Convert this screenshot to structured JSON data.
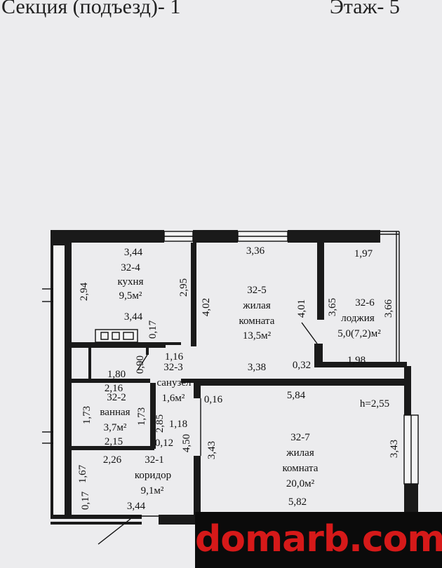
{
  "header": {
    "section": "Секция (подъезд)- 1",
    "floor": "Этаж- 5"
  },
  "rooms": {
    "kitchen": {
      "id": "32-4",
      "name": "кухня",
      "area": "9,5м²"
    },
    "living1": {
      "id": "32-5",
      "name1": "жилая",
      "name2": "комната",
      "area": "13,5м²"
    },
    "loggia": {
      "id": "32-6",
      "name": "лоджия",
      "area": "5,0(7,2)м²"
    },
    "wc": {
      "id": "32-3",
      "name": "санузел",
      "area": "1,6м²"
    },
    "bath": {
      "id": "32-2",
      "name": "ванная",
      "area": "3,7м²"
    },
    "corridor": {
      "id": "32-1",
      "name": "коридор",
      "area": "9,1м²"
    },
    "living2": {
      "id": "32-7",
      "name1": "жилая",
      "name2": "комната",
      "area": "20,0м²"
    }
  },
  "dims": {
    "d1": "3,44",
    "d2": "3,36",
    "d3": "1,97",
    "d4": "2,94",
    "d5": "2,95",
    "d6": "4,02",
    "d7": "4,01",
    "d8": "3,65",
    "d9": "3,66",
    "d10": "3,44",
    "d11": "0,17",
    "d12": "1,16",
    "d13": "0,90",
    "d14": "3,38",
    "d15": "0,32",
    "d16": "1,98",
    "d17": "1,80",
    "d18": "2,16",
    "d19": "0,16",
    "d20": "5,84",
    "d21": "h=2,55",
    "d22": "1,73",
    "d23": "1,73",
    "d24": "2,85",
    "d25": "1,18",
    "d26": "2,15",
    "d27": "0,12",
    "d28": "4,50",
    "d29": "3,43",
    "d30": "3,43",
    "d31": "2,26",
    "d32": "1,67",
    "d33": "0,17",
    "d34": "3,44",
    "d35": "5,82"
  },
  "watermark": "domarb.com"
}
